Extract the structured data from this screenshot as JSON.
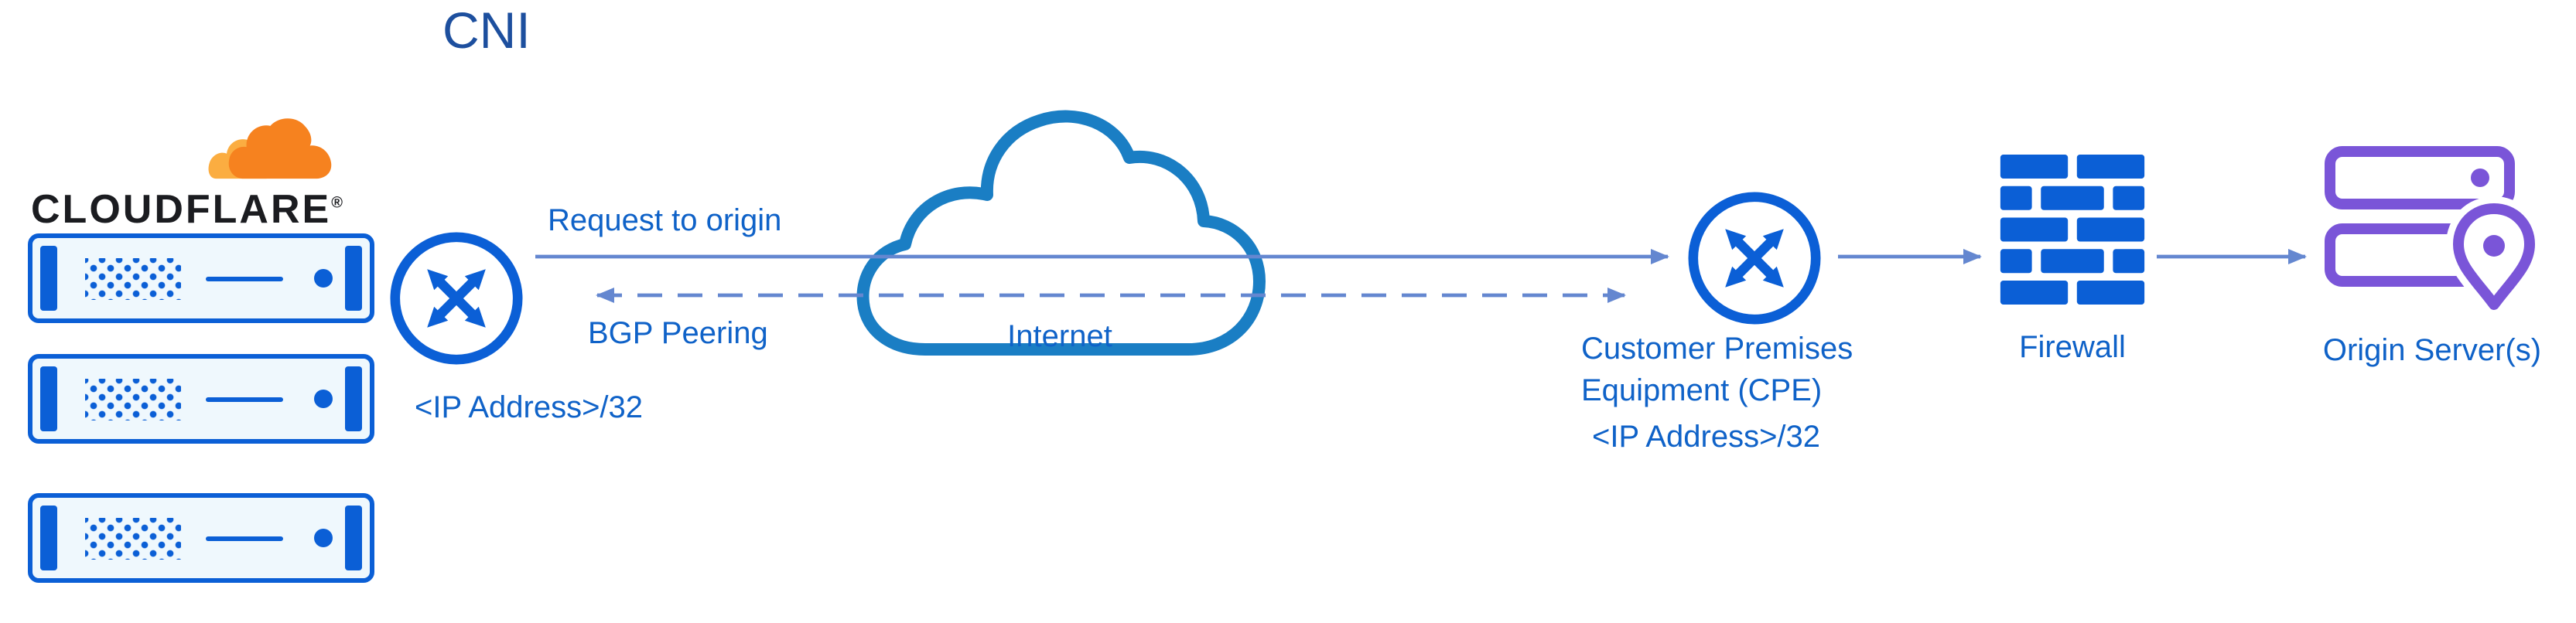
{
  "title": "CNI",
  "brand": {
    "wordmark": "CLOUDFLARE",
    "registered_mark": "®"
  },
  "colors": {
    "primary_blue": "#0b5fd6",
    "cloud_blue": "#1a7ec4",
    "label_blue": "#0f62c8",
    "title_blue": "#1d4f9e",
    "arrow_blue": "#6487d0",
    "accent_purple": "#7a55d8",
    "orange": "#f6821f",
    "orange_light": "#fbad41",
    "wordmark_dark": "#1b1c20",
    "server_fill": "#eff8fd"
  },
  "nodes": {
    "cloudflare_edge": {
      "server_count": 3
    },
    "cni_router": {
      "ip_label": "<IP Address>/32"
    },
    "internet": {
      "label": "Internet"
    },
    "cpe_router": {
      "label_line1": "Customer Premises",
      "label_line2": "Equipment (CPE)",
      "ip_label": "<IP Address>/32"
    },
    "firewall": {
      "label": "Firewall"
    },
    "origin": {
      "label": "Origin Server(s)"
    }
  },
  "edges": {
    "request_to_origin": {
      "label": "Request to origin",
      "style": "solid",
      "direction": "right"
    },
    "bgp_peering": {
      "label": "BGP Peering",
      "style": "dashed",
      "direction": "both"
    },
    "cpe_to_firewall": {
      "style": "solid",
      "direction": "right"
    },
    "firewall_to_origin": {
      "style": "solid",
      "direction": "right"
    }
  },
  "icons": [
    "cloudflare-logo-cloud-icon",
    "edge-server-icon",
    "router-icon",
    "internet-cloud-icon",
    "firewall-icon",
    "origin-server-icon",
    "location-pin-icon"
  ]
}
